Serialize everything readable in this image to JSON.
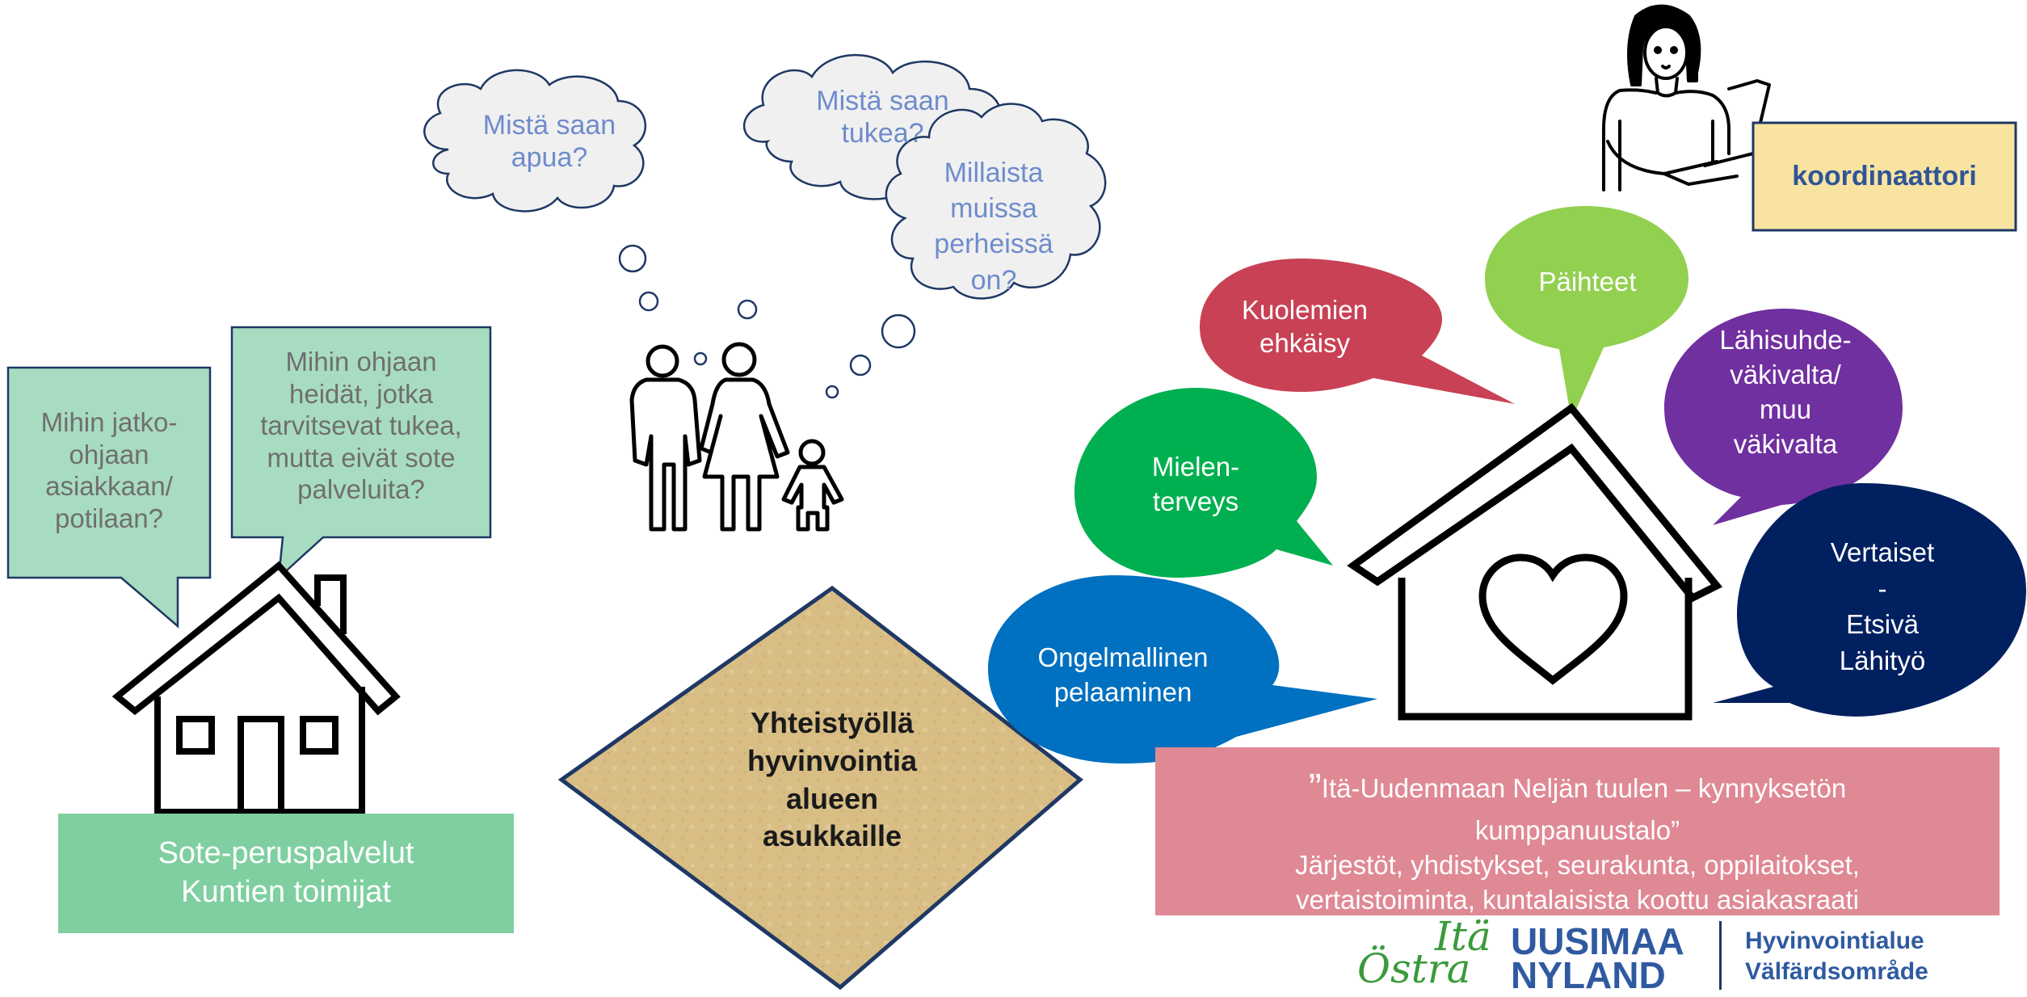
{
  "clouds": [
    {
      "lines": [
        "Mistä saan",
        "apua?"
      ]
    },
    {
      "lines": [
        "Mistä saan",
        "tukea?"
      ]
    },
    {
      "lines": [
        "Millaista",
        "muissa",
        "perheissä",
        "on?"
      ]
    }
  ],
  "questions": [
    {
      "lines": [
        "Mihin jatko-",
        "ohjaan",
        "asiakkaan/",
        "potilaan?"
      ]
    },
    {
      "lines": [
        "Mihin ohjaan",
        "heidät, jotka",
        "tarvitsevat tukea,",
        "mutta eivät sote",
        "palveluita?"
      ]
    }
  ],
  "sote_box": {
    "lines": [
      "Sote-peruspalvelut",
      "Kuntien toimijat"
    ]
  },
  "diamond": {
    "lines": [
      "Yhteistyöllä",
      "hyvinvointia",
      "alueen",
      "asukkaille"
    ]
  },
  "coordinator": {
    "label": "koordinaattori"
  },
  "bubbles": [
    {
      "name": "kuolemien",
      "lines": [
        "Kuolemien",
        "ehkäisy"
      ],
      "color": "#c94155"
    },
    {
      "name": "paihteet",
      "lines": [
        "Päihteet"
      ],
      "color": "#92d050"
    },
    {
      "name": "lahisuhde",
      "lines": [
        "Lähisuhde-",
        "väkivalta/",
        "muu",
        "väkivalta"
      ],
      "color": "#7030a0"
    },
    {
      "name": "mielenterveys",
      "lines": [
        "Mielen-",
        "terveys"
      ],
      "color": "#00b050"
    },
    {
      "name": "vertaiset",
      "lines": [
        "Vertaiset",
        "-",
        "Etsivä",
        "Lähityö"
      ],
      "color": "#002060"
    },
    {
      "name": "pelaaminen",
      "lines": [
        "Ongelmallinen",
        "pelaaminen"
      ],
      "color": "#0070c0"
    }
  ],
  "partnership": {
    "title_quote": "”",
    "title": "Itä-Uudenmaan Neljän tuulen – kynnyksetön",
    "title2": "kumppanuustalo”",
    "line3": "Järjestöt, yhdistykset, seurakunta, oppilaitokset,",
    "line4": "vertaistoiminta, kuntalaisista koottu asiakasraati"
  },
  "logo": {
    "script_top": "Itä",
    "script_bottom": "Östra",
    "word_top": "UUSIMAA",
    "word_bottom": "NYLAND",
    "right_top": "Hyvinvointialue",
    "right_bottom": "Välfärdsområde"
  },
  "colors": {
    "cloud_fill": "#f0f0f0",
    "question_fill": "#a8dcc0",
    "sote_fill": "#7fcfa0",
    "coordinator_fill": "#f8e4a0",
    "partnership_fill": "#df8995",
    "logo_green": "#3a9a3a",
    "logo_blue": "#2f5aa0"
  }
}
